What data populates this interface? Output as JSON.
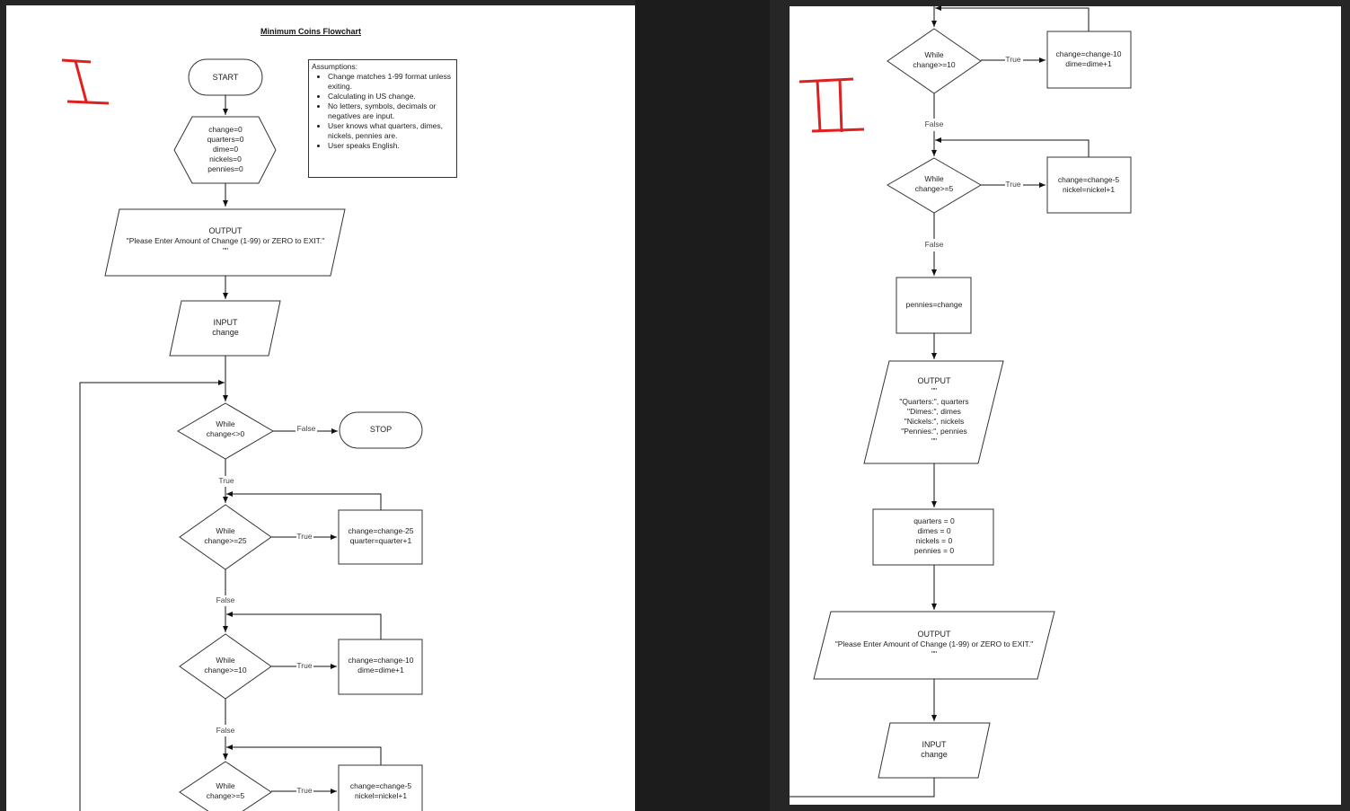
{
  "title": "Minimum Coins Flowchart",
  "markers": {
    "part1": "I",
    "part2": "II"
  },
  "start": "START",
  "stop": "STOP",
  "init": [
    "change=0",
    "quarters=0",
    "dime=0",
    "nickels=0",
    "pennies=0"
  ],
  "prompt": {
    "head": "OUTPUT",
    "text": "\"Please Enter Amount of Change (1-99) or ZERO to EXIT.\"",
    "tail": "\"\""
  },
  "input": [
    "INPUT",
    "change"
  ],
  "loop_main": [
    "While",
    "change<>0"
  ],
  "loop_25": [
    "While",
    "change>=25"
  ],
  "loop_10": [
    "While",
    "change>=10"
  ],
  "loop_5": [
    "While",
    "change>=5"
  ],
  "act_25": [
    "change=change-25",
    "quarter=quarter+1"
  ],
  "act_10": [
    "change=change-10",
    "dime=dime+1"
  ],
  "act_5": [
    "change=change-5",
    "nickel=nickel+1"
  ],
  "labels": {
    "true": "True",
    "false": "False"
  },
  "assumptions": {
    "heading": "Assumptions:",
    "items": [
      "Change matches 1-99 format unless exiting.",
      "Calculating in US change.",
      "No letters, symbols, decimals or negatives are input.",
      "User knows what quarters, dimes, nickels, pennies are.",
      "User speaks English."
    ]
  },
  "pennies": "pennies=change",
  "result": {
    "head": "OUTPUT",
    "lines": [
      "\"\"",
      "\"Quarters:\", quarters",
      "\"Dimes:\", dimes",
      "\"Nickels:\", nickels",
      "\"Pennies:\", pennies",
      "\"\""
    ]
  },
  "reset": [
    "quarters = 0",
    "dimes = 0",
    "nickels = 0",
    "pennies = 0"
  ]
}
